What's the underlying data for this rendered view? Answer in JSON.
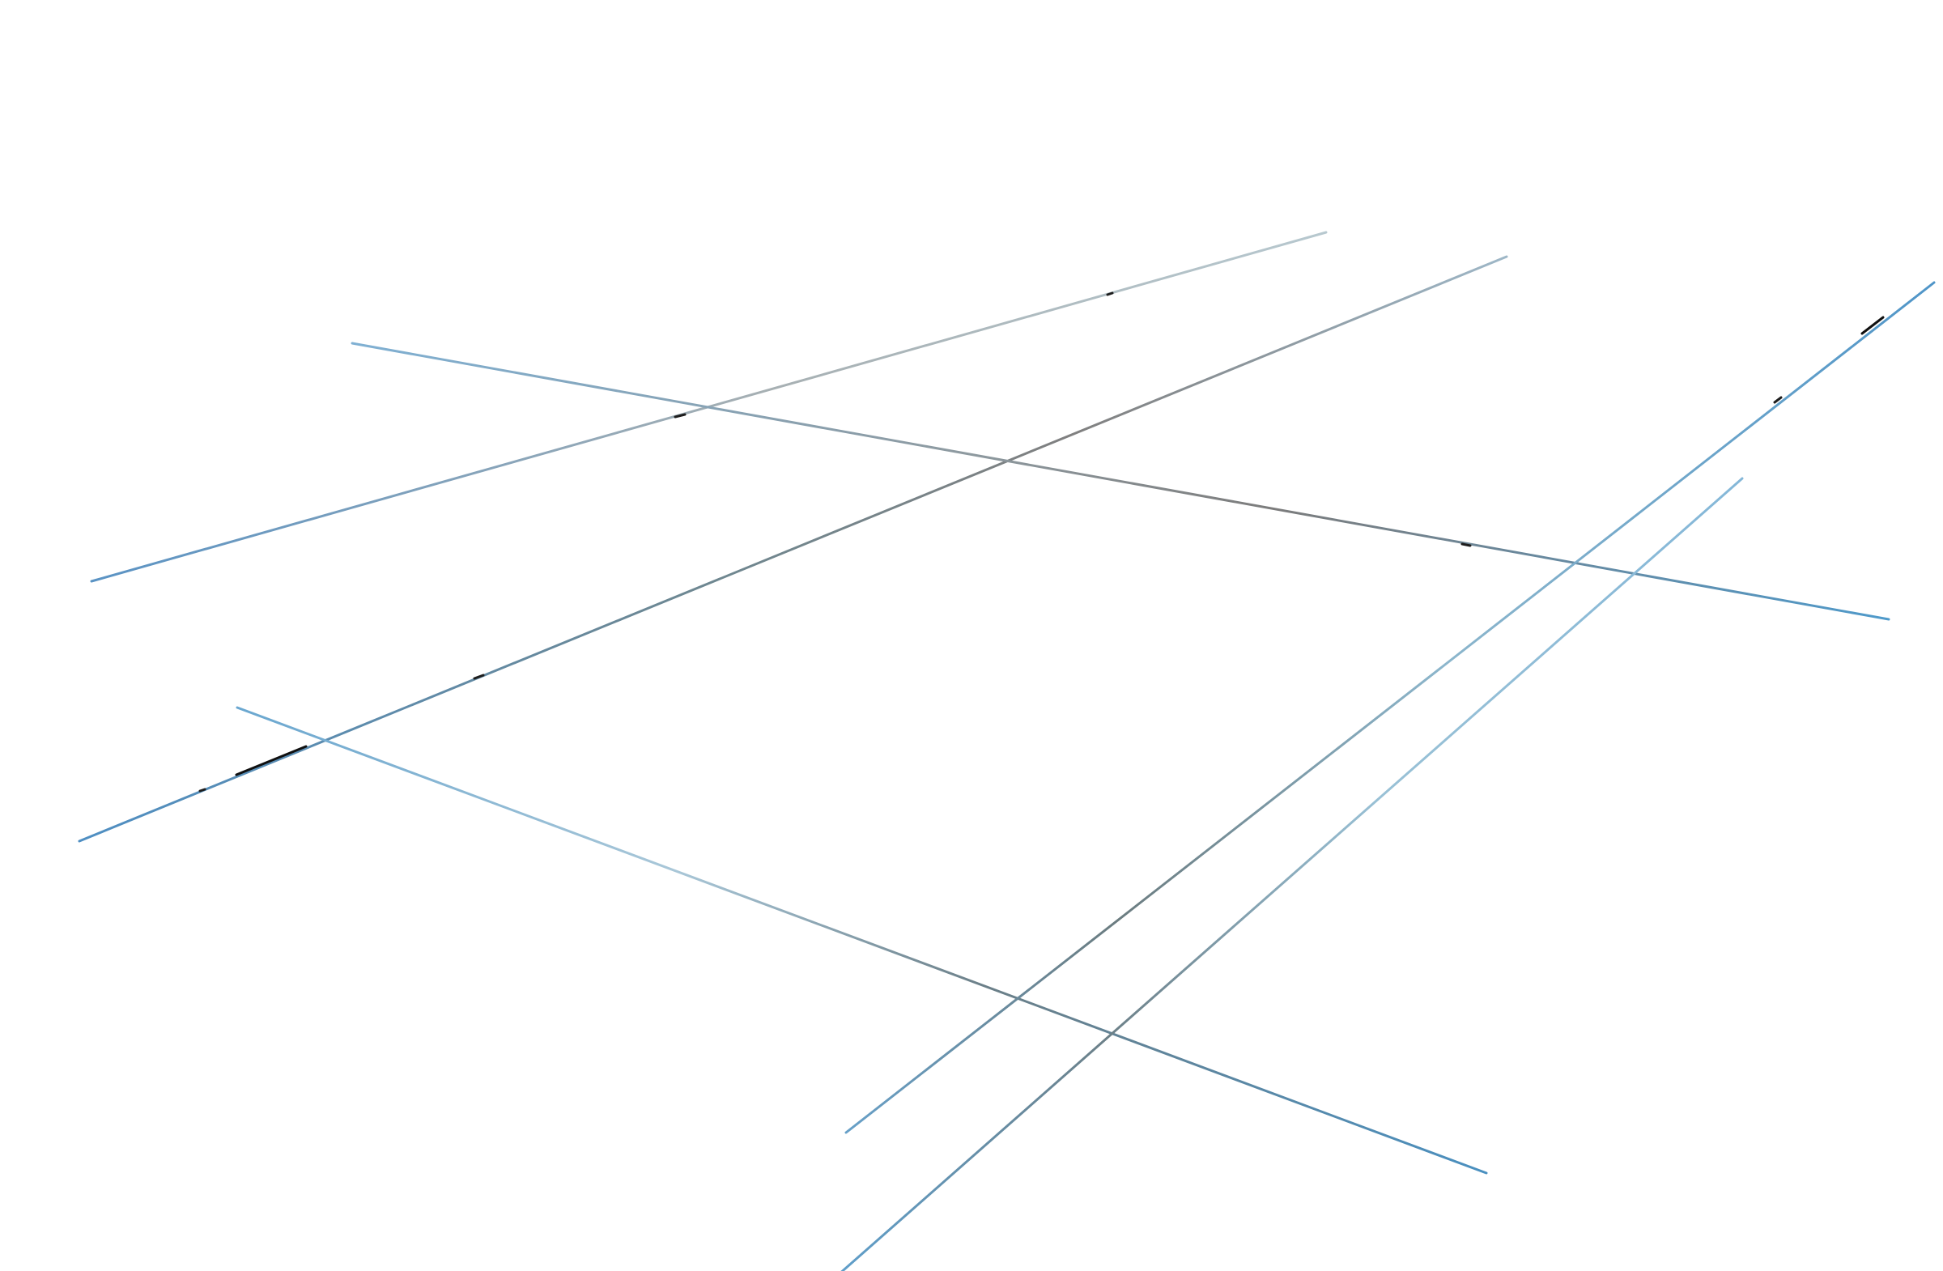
{
  "drawing": {
    "lines": [
      {
        "name": "upper-left-rising-line",
        "color_start": "#5a93c4",
        "color_end": "#b7c8cf"
      },
      {
        "name": "long-diagonal-line",
        "color_start": "#4f8fc3",
        "color_end": "#9eb7c7"
      },
      {
        "name": "upper-crossing-line",
        "color_start": "#7fb0d3",
        "color_end": "#4f9acb"
      },
      {
        "name": "lower-crossing-line",
        "color_start": "#6aa7d0",
        "color_end": "#4a90c0"
      },
      {
        "name": "right-upper-diagonal-line",
        "color_start": "#67a0c8",
        "color_end": "#4f95c8"
      },
      {
        "name": "right-lower-diagonal-line",
        "color_start": "#5f9fcb",
        "color_end": "#84b7d8"
      }
    ]
  }
}
